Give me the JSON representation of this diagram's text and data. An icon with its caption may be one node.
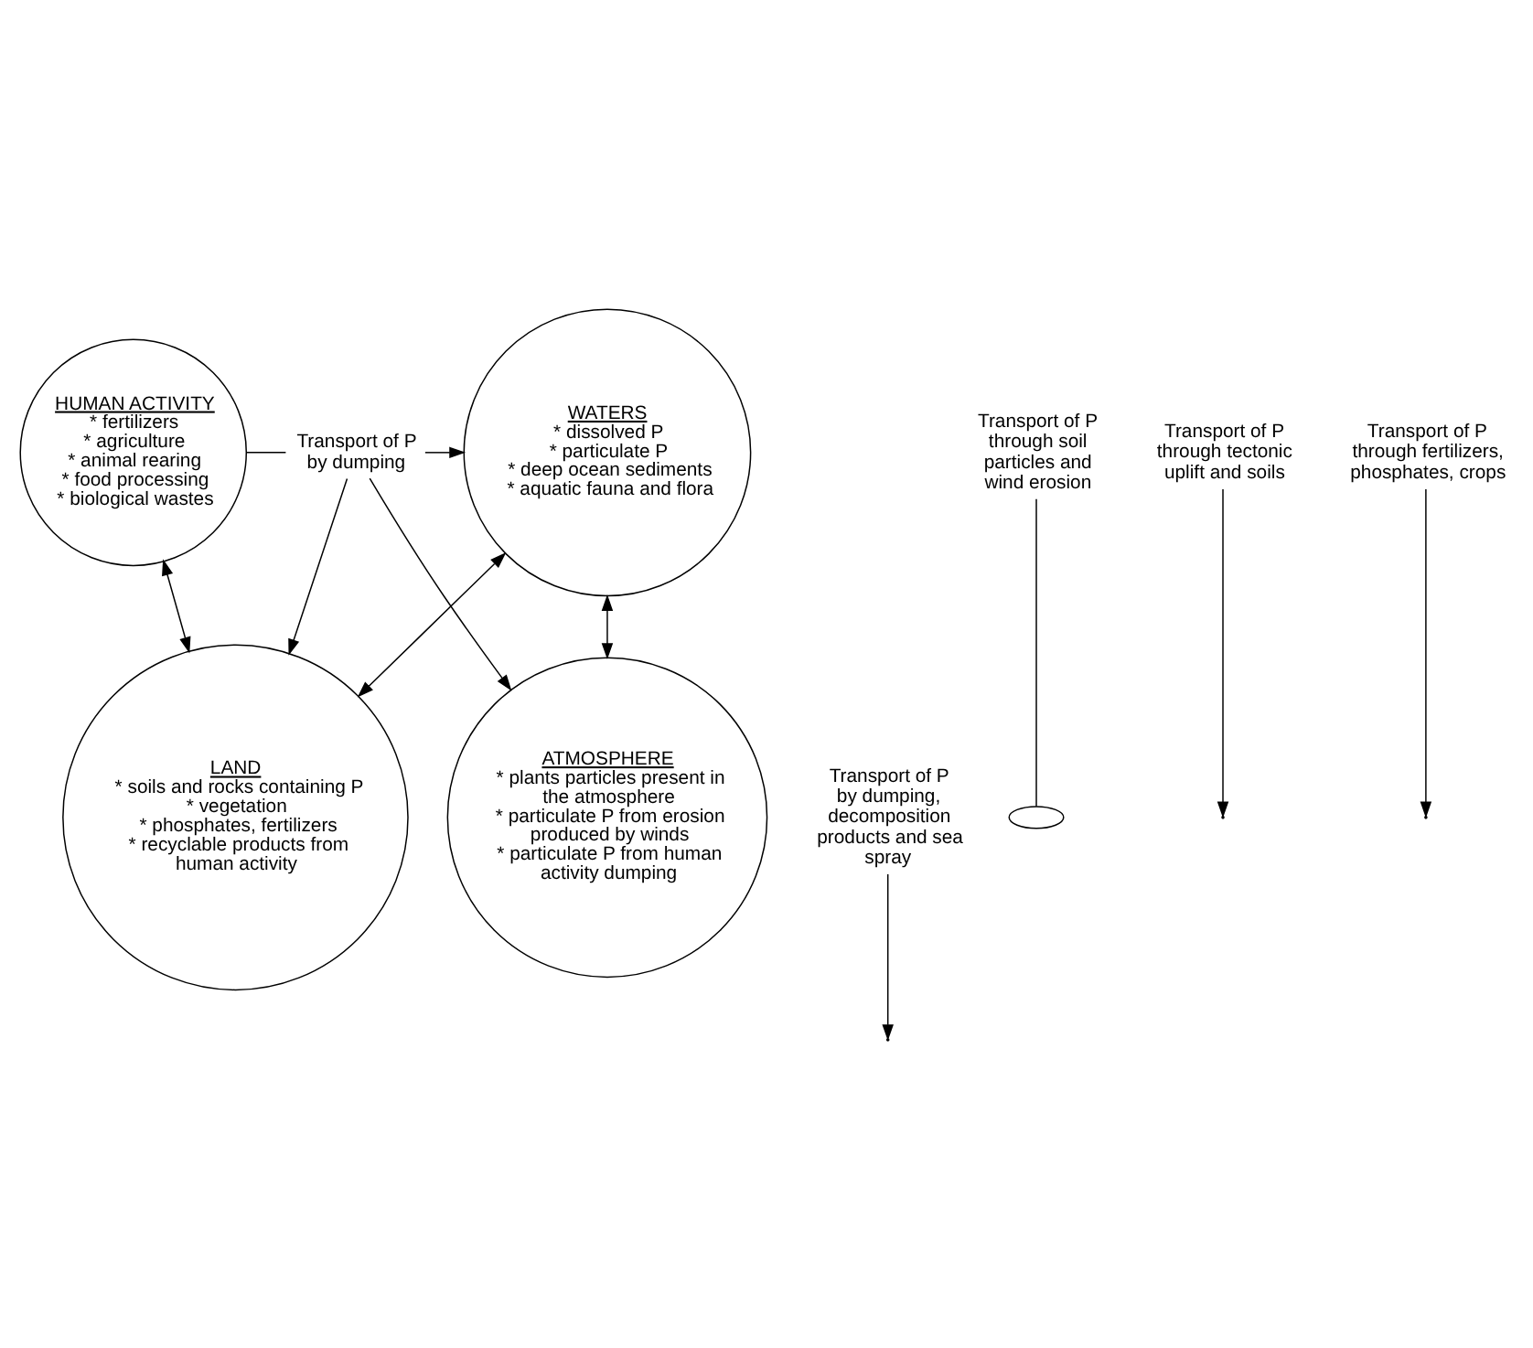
{
  "diagram": {
    "nodes": [
      {
        "text": [
          "ATMOSPHERE",
          "* plants particles present in the atmosphere",
          "* particulate P from erosion produced by winds",
          "* particulate P from human activity dumping"
        ]
      },
      {
        "text": [
          "WATERS",
          "* dissolved P",
          "* particulate P",
          "* deep ocean sediments",
          "* aquatic fauna and flora"
        ]
      },
      {
        "text": [
          "HUMAN ACTIVITY",
          "* fertilizers",
          "* agriculture",
          "* animal rearing",
          "* food processing",
          "* biological wastes"
        ]
      },
      {
        "text": [
          "LAND",
          "* soils and rocks containing P",
          "* vegetation",
          "* phosphates, fertilizers",
          "* recyclable products from human activity"
        ]
      },
      {
        "text": [
          "Transport of P by dumping, decomposition products and sea spray"
        ]
      },
      {
        "text": [
          "Transport of P by dumping"
        ]
      },
      {
        "text": [],
        "shape": "circle"
      },
      {
        "text": [
          "Transport of P through soil particles and wind erosion"
        ]
      },
      {
        "text": [
          "Transport of P through tectonic uplift and soils"
        ]
      },
      {
        "text": [
          "Transport of P through fertilizers, phosphates, crops"
        ]
      }
    ],
    "edges": [
      {
        "from": 1,
        "to": 0,
        "arrow": "both"
      },
      {
        "from": 4,
        "to": null,
        "arrow": "to"
      },
      {
        "from": 1,
        "to": 3,
        "arrow": "both"
      },
      {
        "from": 8,
        "to": null,
        "arrow": "to"
      },
      {
        "from": 2,
        "to": 3,
        "arrow": "both"
      },
      {
        "from": 9,
        "to": null,
        "arrow": "to"
      },
      {
        "from": 7,
        "to": 6,
        "arrow": "none"
      },
      {
        "from": 2,
        "to": 5,
        "arrow": "none"
      },
      {
        "from": 5,
        "to": 1,
        "arrow": "to"
      },
      {
        "from": 5,
        "to": 0,
        "arrow": "to"
      },
      {
        "from": 5,
        "to": 3,
        "arrow": "to"
      }
    ]
  }
}
